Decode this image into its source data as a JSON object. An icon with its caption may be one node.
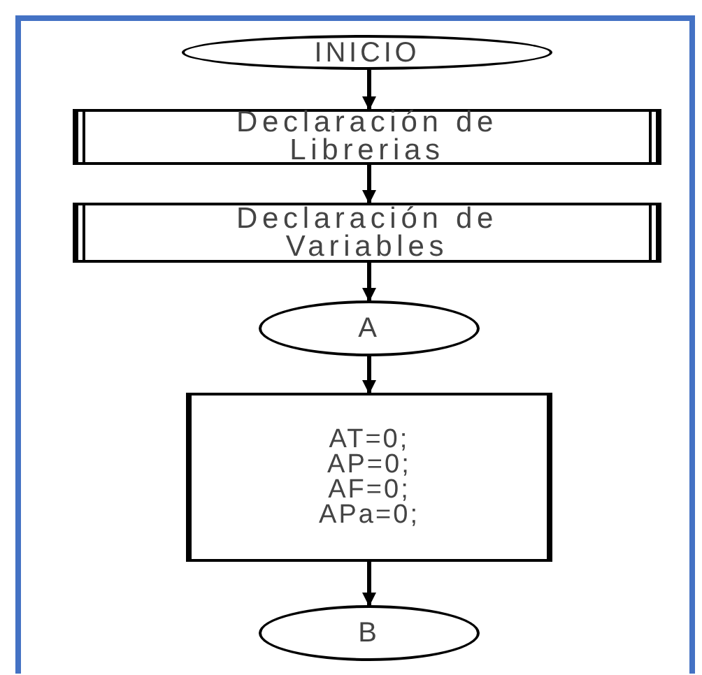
{
  "diagram": {
    "nodes": [
      {
        "text": [
          "INICIO"
        ]
      },
      {
        "text": [
          "Declaración de Librerias"
        ]
      },
      {
        "text": [
          "Declaración de Variables"
        ]
      },
      {
        "text": [
          "A"
        ]
      },
      {
        "text": [
          "AT=0; AP=0; AF=0; APa=0;"
        ]
      },
      {
        "text": [
          "B"
        ]
      }
    ],
    "edges": [
      {
        "from": 0,
        "to": 1,
        "arrow": "to"
      },
      {
        "from": 1,
        "to": 2,
        "arrow": "to"
      },
      {
        "from": 2,
        "to": 3,
        "arrow": "to"
      },
      {
        "from": 3,
        "to": 4,
        "arrow": "to"
      },
      {
        "from": 4,
        "to": 5,
        "arrow": "to"
      }
    ]
  }
}
